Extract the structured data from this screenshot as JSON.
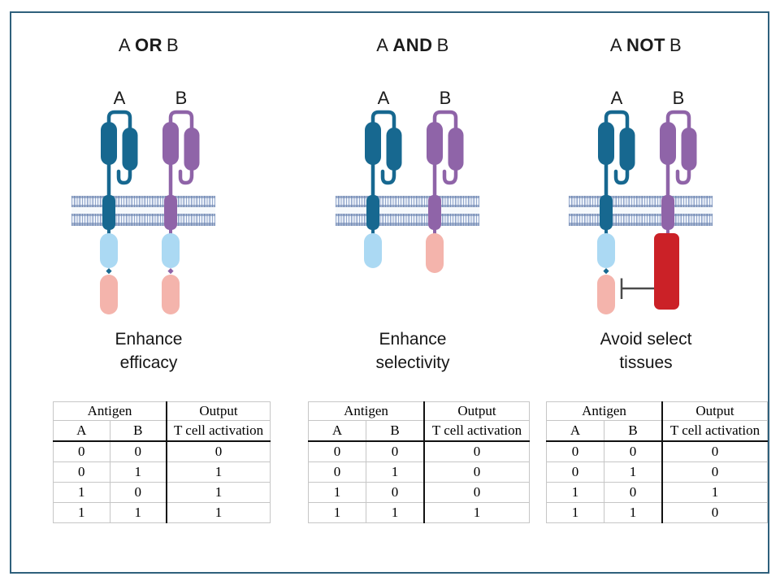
{
  "colors": {
    "frame": "#2f607c",
    "receptor_a": "#176890",
    "receptor_b": "#8f64a8",
    "signal1": "#abd9f3",
    "signal2": "#f4b4ac",
    "inhibitory": "#cb2127",
    "mem_stripe": "#93a7cc",
    "mem_edge": "#7e97c5",
    "inhibit_line": "#4a4a4a",
    "text": "#1b1b1b"
  },
  "panels": [
    {
      "gate": "OR",
      "title": {
        "pre": "A",
        "op": "OR",
        "post": "B"
      },
      "receptor_a_label": "A",
      "receptor_b_label": "B",
      "caption": {
        "line1": "Enhance",
        "line2": "efficacy"
      },
      "table": {
        "antigen_header": "Antigen",
        "output_header": "Output",
        "col_a": "A",
        "col_b": "B",
        "output_subheader": "T cell activation",
        "rows": [
          [
            "0",
            "0",
            "0"
          ],
          [
            "0",
            "1",
            "1"
          ],
          [
            "1",
            "0",
            "1"
          ],
          [
            "1",
            "1",
            "1"
          ]
        ]
      }
    },
    {
      "gate": "AND",
      "title": {
        "pre": "A",
        "op": "AND",
        "post": "B"
      },
      "receptor_a_label": "A",
      "receptor_b_label": "B",
      "caption": {
        "line1": "Enhance",
        "line2": "selectivity"
      },
      "table": {
        "antigen_header": "Antigen",
        "output_header": "Output",
        "col_a": "A",
        "col_b": "B",
        "output_subheader": "T cell activation",
        "rows": [
          [
            "0",
            "0",
            "0"
          ],
          [
            "0",
            "1",
            "0"
          ],
          [
            "1",
            "0",
            "0"
          ],
          [
            "1",
            "1",
            "1"
          ]
        ]
      }
    },
    {
      "gate": "NOT",
      "title": {
        "pre": "A",
        "op": "NOT",
        "post": "B"
      },
      "receptor_a_label": "A",
      "receptor_b_label": "B",
      "caption": {
        "line1": "Avoid select",
        "line2": "tissues"
      },
      "table": {
        "antigen_header": "Antigen",
        "output_header": "Output",
        "col_a": "A",
        "col_b": "B",
        "output_subheader": "T cell activation",
        "rows": [
          [
            "0",
            "0",
            "0"
          ],
          [
            "0",
            "1",
            "0"
          ],
          [
            "1",
            "0",
            "1"
          ],
          [
            "1",
            "1",
            "0"
          ]
        ]
      }
    }
  ]
}
